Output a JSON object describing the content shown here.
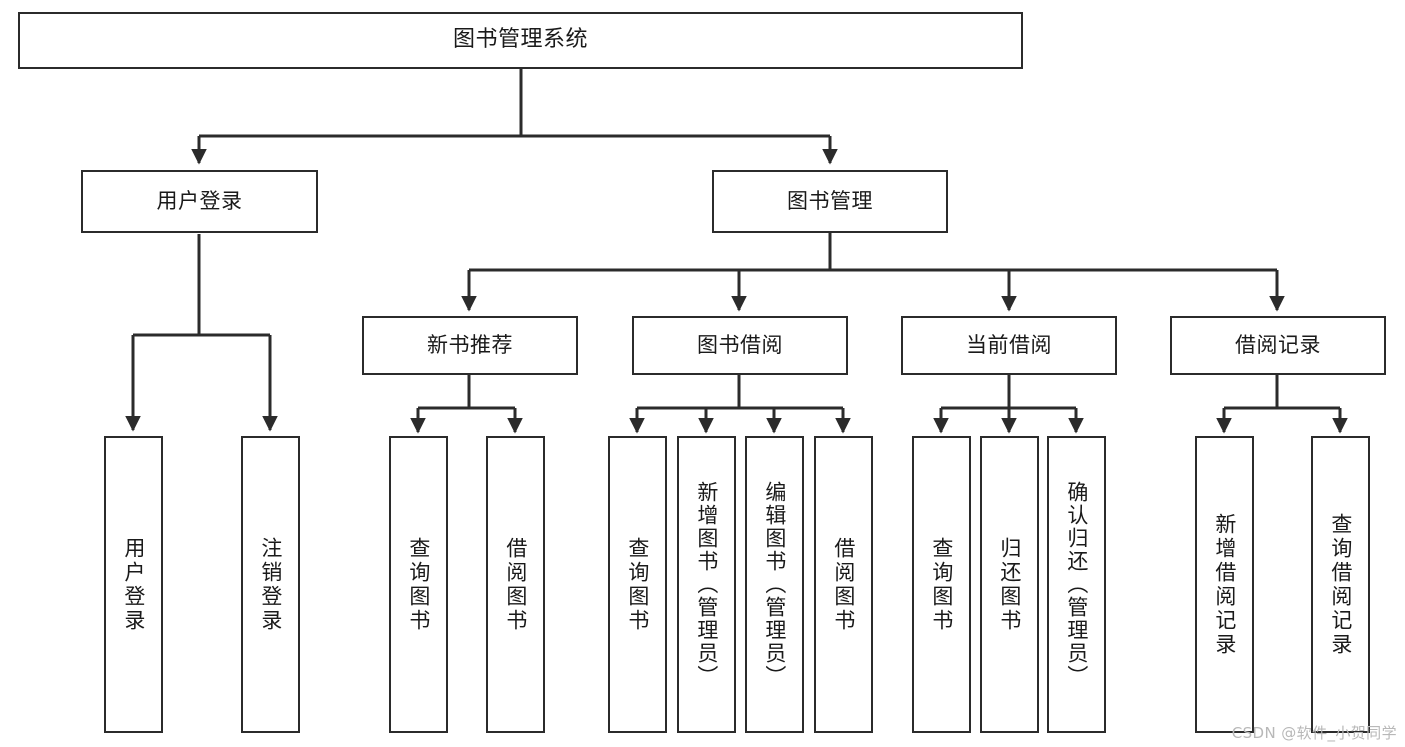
{
  "diagram": {
    "title": "图书管理系统",
    "type": "tree",
    "watermark": "CSDN @软件_小贺同学",
    "colors": {
      "box_border": "#2b2b2b",
      "box_fill": "#ffffff",
      "edge": "#2b2b2b",
      "text": "#1a1a1a",
      "watermark": "#b8b8b8",
      "background": "#ffffff"
    },
    "levels": {
      "root": "图书管理系统",
      "level2": [
        "用户登录",
        "图书管理"
      ],
      "level3": [
        "新书推荐",
        "图书借阅",
        "当前借阅",
        "借阅记录"
      ]
    },
    "nodes": {
      "root": "图书管理系统",
      "user_login": "用户登录",
      "book_manage": "图书管理",
      "new_book_rec": "新书推荐",
      "book_borrow": "图书借阅",
      "current_borrow": "当前借阅",
      "borrow_record": "借阅记录",
      "leaf_user_login": "用户登录",
      "leaf_logout": "注销登录",
      "leaf_rec_query_book": "查询图书",
      "leaf_rec_borrow_book": "借阅图书",
      "leaf_borrow_query_book": "查询图书",
      "leaf_add_book_admin": "新增图书（管理员）",
      "leaf_edit_book_admin": "编辑图书（管理员）",
      "leaf_borrow_book": "借阅图书",
      "leaf_cur_query_book": "查询图书",
      "leaf_return_book": "归还图书",
      "leaf_confirm_return_admin": "确认归还（管理员）",
      "leaf_add_record": "新增借阅记录",
      "leaf_query_record": "查询借阅记录"
    },
    "edges": [
      {
        "from": "root",
        "to": "用户登录"
      },
      {
        "from": "root",
        "to": "图书管理"
      },
      {
        "from": "用户登录",
        "to": "用户登录(叶)"
      },
      {
        "from": "用户登录",
        "to": "注销登录"
      },
      {
        "from": "图书管理",
        "to": "新书推荐"
      },
      {
        "from": "图书管理",
        "to": "图书借阅"
      },
      {
        "from": "图书管理",
        "to": "当前借阅"
      },
      {
        "from": "图书管理",
        "to": "借阅记录"
      },
      {
        "from": "新书推荐",
        "to": "查询图书"
      },
      {
        "from": "新书推荐",
        "to": "借阅图书"
      },
      {
        "from": "图书借阅",
        "to": "查询图书"
      },
      {
        "from": "图书借阅",
        "to": "新增图书（管理员）"
      },
      {
        "from": "图书借阅",
        "to": "编辑图书（管理员）"
      },
      {
        "from": "图书借阅",
        "to": "借阅图书"
      },
      {
        "from": "当前借阅",
        "to": "查询图书"
      },
      {
        "from": "当前借阅",
        "to": "归还图书"
      },
      {
        "from": "当前借阅",
        "to": "确认归还（管理员）"
      },
      {
        "from": "借阅记录",
        "to": "新增借阅记录"
      },
      {
        "from": "借阅记录",
        "to": "查询借阅记录"
      }
    ]
  }
}
